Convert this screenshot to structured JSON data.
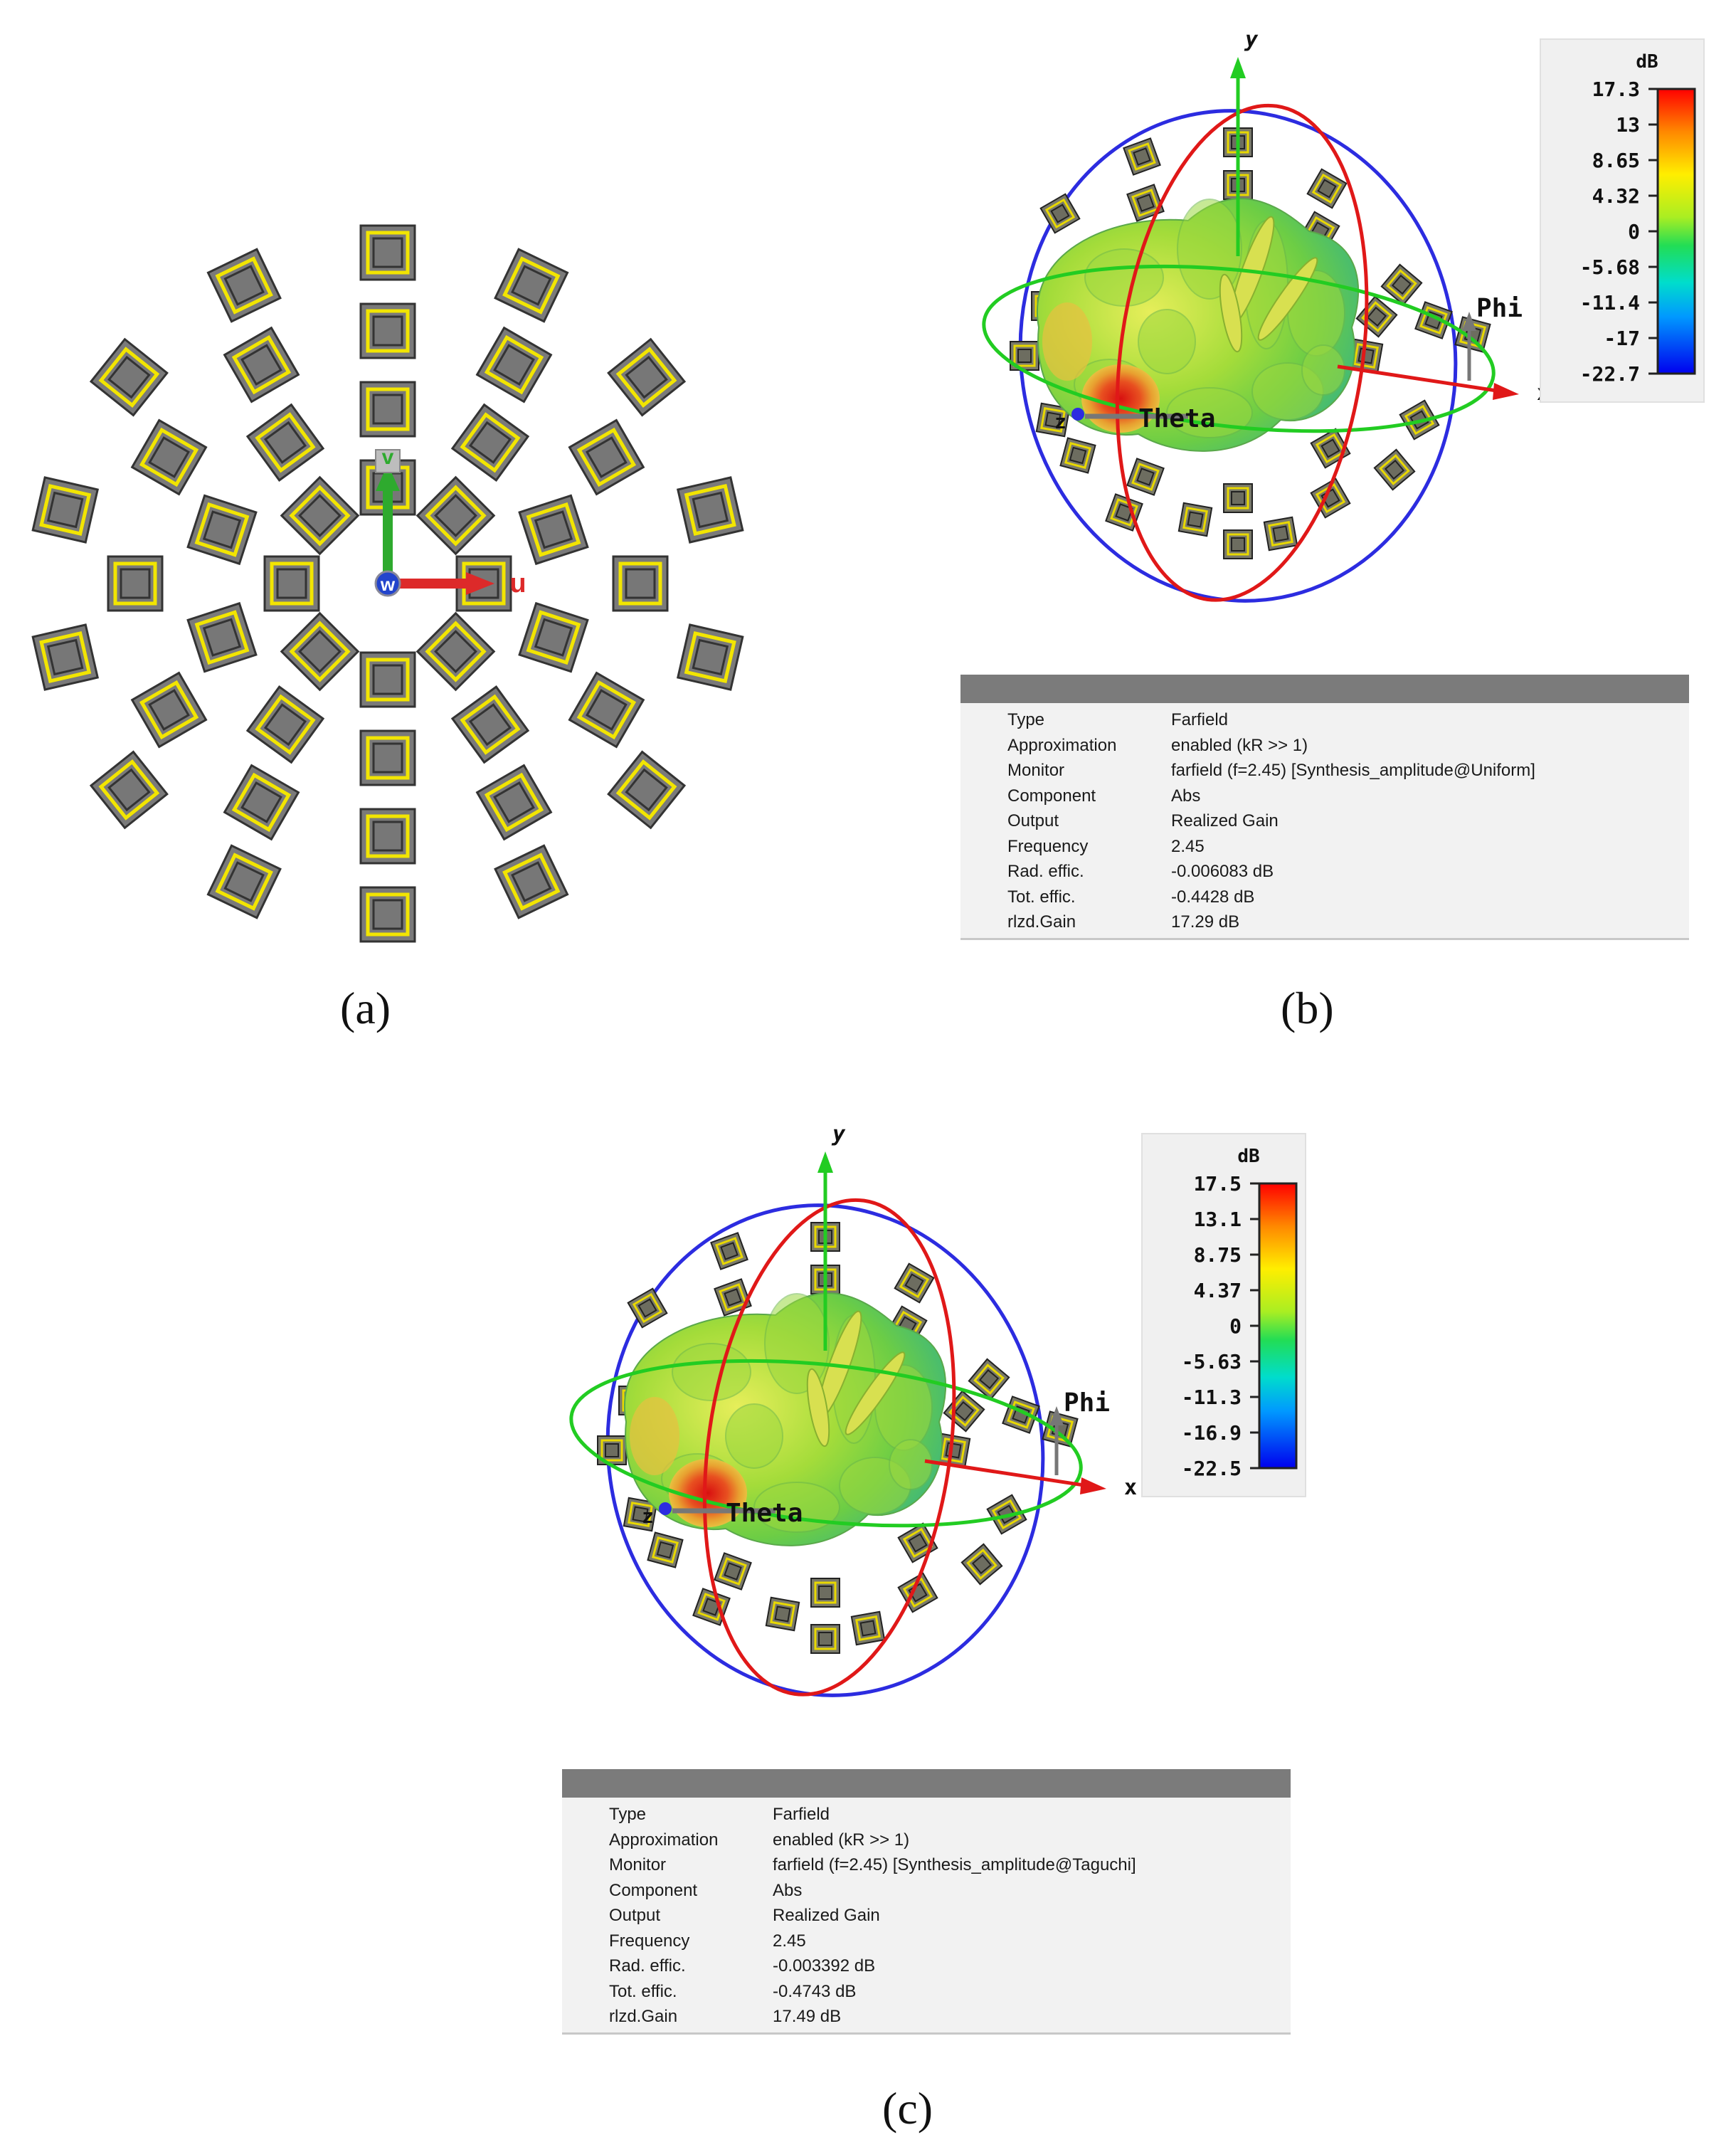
{
  "captions": {
    "a": "(a)",
    "b": "(b)",
    "c": "(c)"
  },
  "panel_a": {
    "axis_v": "v",
    "axis_u": "u",
    "axis_w": "w",
    "colors": {
      "element_outer": "#7a7a7a",
      "element_ring": "#f2e500",
      "element_core": "#777777",
      "v_axis": "#2eaa2e",
      "u_axis": "#dd2a2a",
      "w_axis": "#2244cc"
    }
  },
  "panel_b": {
    "axes": {
      "y": "y",
      "x": "x",
      "z": "z",
      "phi": "Phi",
      "theta": "Theta"
    },
    "scale": {
      "unit": "dB",
      "ticks": [
        "17.3",
        "13",
        "8.65",
        "4.32",
        "0",
        "-5.68",
        "-11.4",
        "-17",
        "-22.7"
      ]
    },
    "info": {
      "rows": [
        {
          "label": "Type",
          "value": "Farfield"
        },
        {
          "label": "Approximation",
          "value": "enabled (kR >> 1)"
        },
        {
          "label": "Monitor",
          "value": "farfield (f=2.45) [Synthesis_amplitude@Uniform]"
        },
        {
          "label": "Component",
          "value": "Abs"
        },
        {
          "label": "Output",
          "value": "Realized Gain"
        },
        {
          "label": "Frequency",
          "value": "2.45"
        },
        {
          "label": "Rad. effic.",
          "value": "-0.006083 dB"
        },
        {
          "label": "Tot. effic.",
          "value": "-0.4428 dB"
        },
        {
          "label": "rlzd.Gain",
          "value": "17.29 dB"
        }
      ]
    }
  },
  "panel_c": {
    "axes": {
      "y": "y",
      "x": "x",
      "z": "z",
      "phi": "Phi",
      "theta": "Theta"
    },
    "scale": {
      "unit": "dB",
      "ticks": [
        "17.5",
        "13.1",
        "8.75",
        "4.37",
        "0",
        "-5.63",
        "-11.3",
        "-16.9",
        "-22.5"
      ]
    },
    "info": {
      "rows": [
        {
          "label": "Type",
          "value": "Farfield"
        },
        {
          "label": "Approximation",
          "value": "enabled (kR >> 1)"
        },
        {
          "label": "Monitor",
          "value": "farfield (f=2.45) [Synthesis_amplitude@Taguchi]"
        },
        {
          "label": "Component",
          "value": "Abs"
        },
        {
          "label": "Output",
          "value": "Realized Gain"
        },
        {
          "label": "Frequency",
          "value": "2.45"
        },
        {
          "label": "Rad. effic.",
          "value": "-0.003392 dB"
        },
        {
          "label": "Tot. effic.",
          "value": "-0.4743 dB"
        },
        {
          "label": "rlzd.Gain",
          "value": "17.49 dB"
        }
      ]
    }
  }
}
